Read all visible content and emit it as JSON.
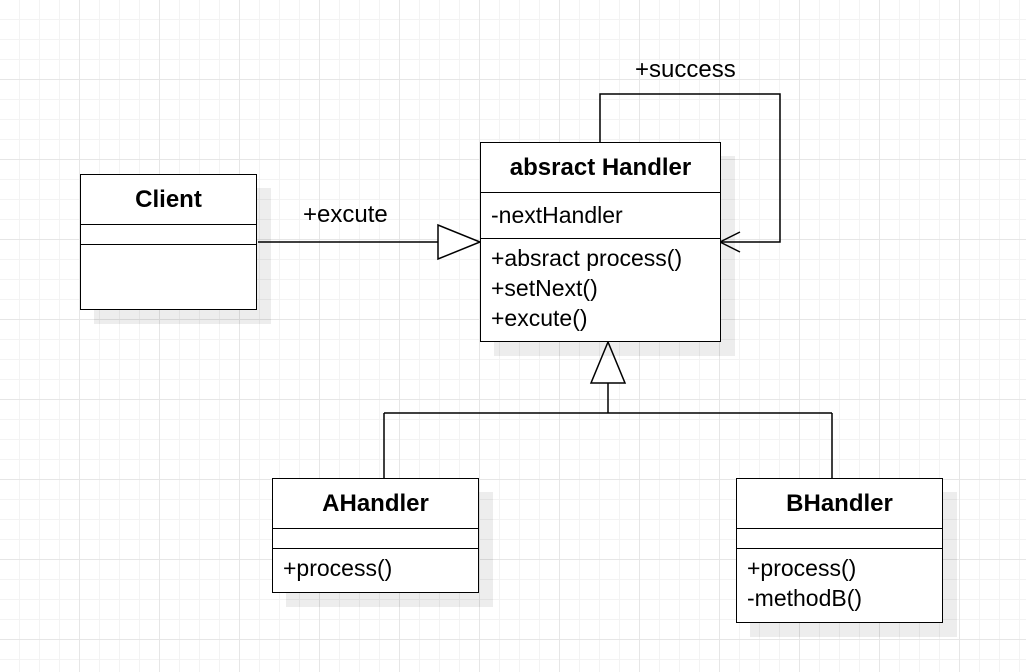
{
  "classes": {
    "client": {
      "name": "Client",
      "attributes": [],
      "methods": []
    },
    "handler": {
      "name": "absract Handler",
      "attributes": [
        "-nextHandler"
      ],
      "methods": [
        "+absract process()",
        "+setNext()",
        "+excute()"
      ]
    },
    "a_handler": {
      "name": "AHandler",
      "attributes": [],
      "methods": [
        "+process()"
      ]
    },
    "b_handler": {
      "name": "BHandler",
      "attributes": [],
      "methods": [
        "+process()",
        "-methodB()"
      ]
    }
  },
  "relations": {
    "client_to_handler": {
      "label": "+excute",
      "kind": "generalization"
    },
    "handler_self": {
      "label": "+success",
      "kind": "association"
    },
    "a_extends_handler": {
      "label": "",
      "kind": "generalization"
    },
    "b_extends_handler": {
      "label": "",
      "kind": "generalization"
    }
  }
}
